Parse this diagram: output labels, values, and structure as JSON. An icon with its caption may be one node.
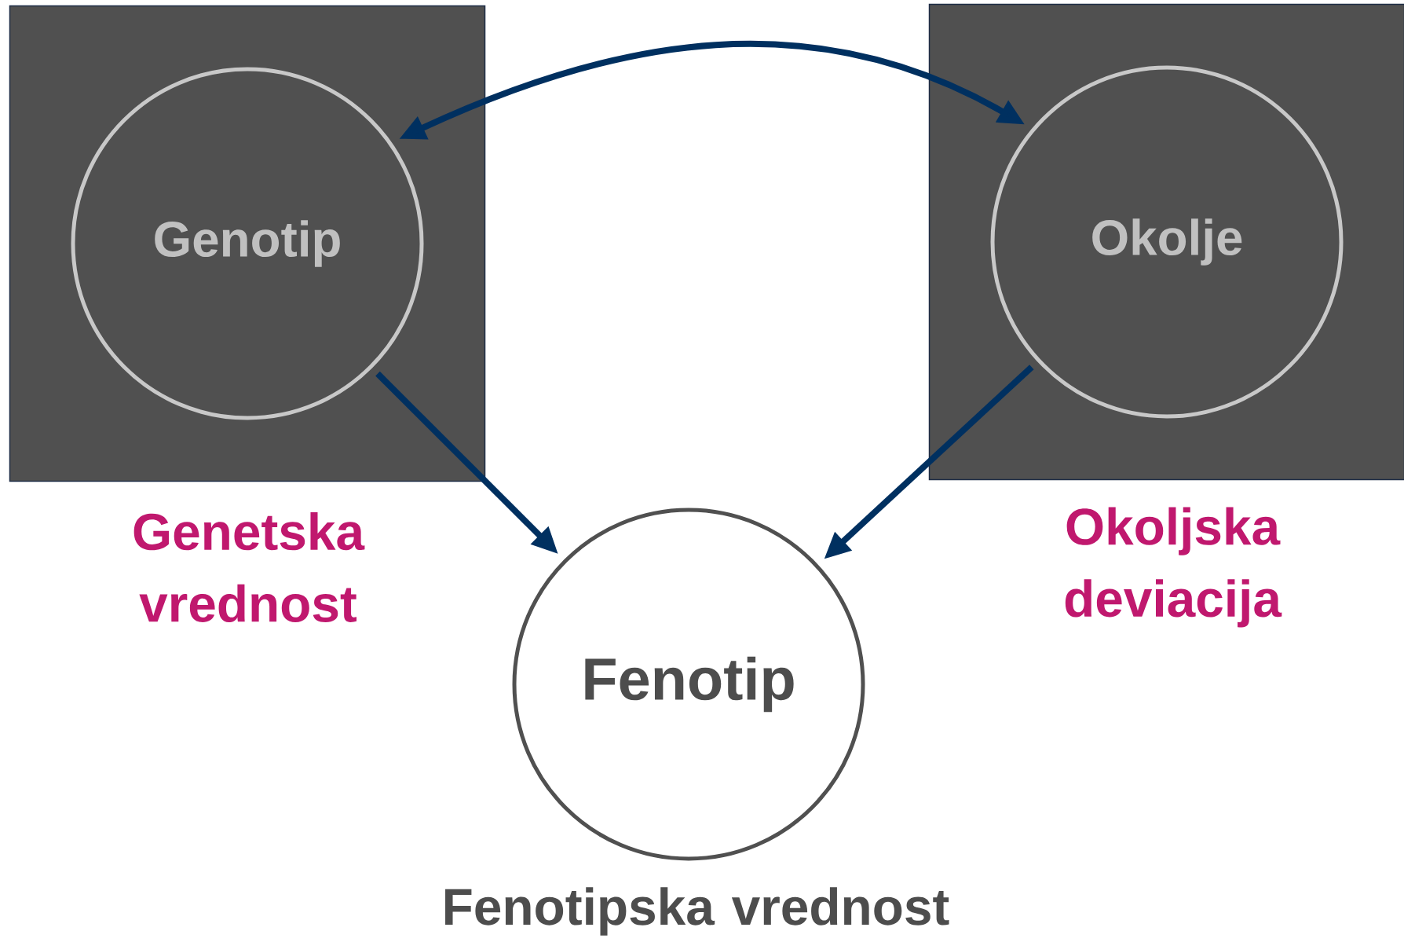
{
  "diagram": {
    "nodes": [
      {
        "text": [],
        "shape": "box",
        "beside": [
          "Genetska vrednost"
        ]
      },
      {
        "text": [
          "Genotip"
        ],
        "in": 0
      },
      {
        "text": [],
        "shape": "box",
        "beside": [
          "Okoljska deviacija"
        ]
      },
      {
        "text": [
          "Okolje"
        ],
        "in": 2
      },
      {
        "text": [
          "Fenotip"
        ],
        "beside": [
          "Fenotipska vrednost"
        ]
      }
    ],
    "edges": [
      {
        "from": 1,
        "to": 3,
        "arrow": "both"
      },
      {
        "from": 1,
        "to": 4,
        "arrow": "to"
      },
      {
        "from": 3,
        "to": 4,
        "arrow": "to"
      }
    ]
  }
}
